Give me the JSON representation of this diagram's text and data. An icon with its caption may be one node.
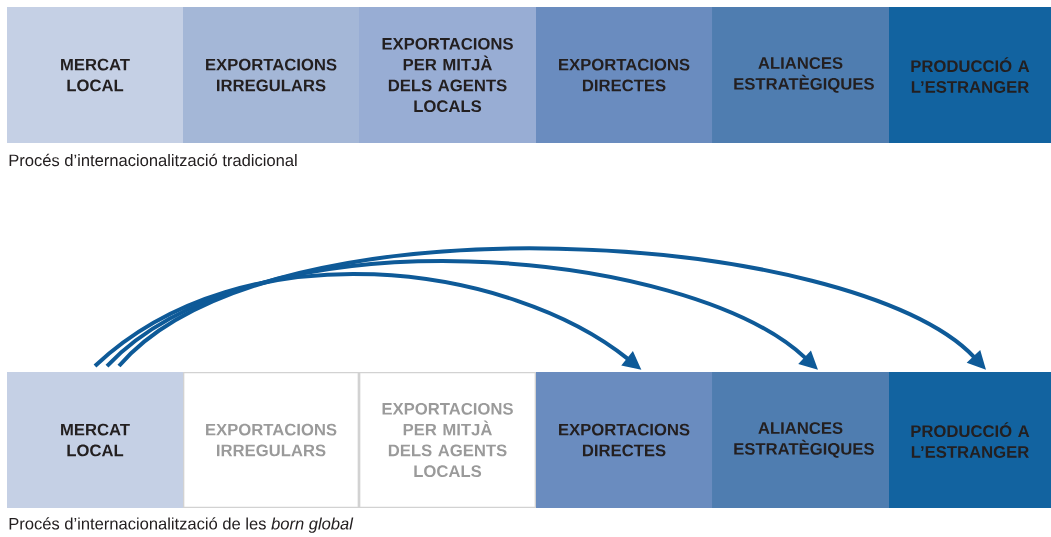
{
  "diagram": {
    "nodes": [
      {
        "text": [
          "MERCAT LOCAL"
        ]
      },
      {
        "text": [
          "EXPORTACIONS IRREGULARS"
        ]
      },
      {
        "text": [
          "EXPORTACIONS PER MITJÀ DELS AGENTS LOCALS"
        ]
      },
      {
        "text": [
          "EXPORTACIONS DIRECTES"
        ]
      },
      {
        "text": [
          "ALIANCES ESTRATÈGIQUES"
        ]
      },
      {
        "text": [
          "PRODUCCIÓ A L’ESTRANGER"
        ]
      },
      {
        "text": [
          "MERCAT LOCAL"
        ]
      },
      {
        "text": [
          "EXPORTACIONS IRREGULARS"
        ]
      },
      {
        "text": [
          "EXPORTACIONS PER MITJÀ DELS AGENTS LOCALS"
        ]
      },
      {
        "text": [
          "EXPORTACIONS DIRECTES"
        ]
      },
      {
        "text": [
          "ALIANCES ESTRATÈGIQUES"
        ]
      },
      {
        "text": [
          "PRODUCCIÓ A L’ESTRANGER"
        ]
      }
    ],
    "edges": [
      {
        "from": 6,
        "to": 9,
        "arrow": "to"
      },
      {
        "from": 6,
        "to": 10,
        "arrow": "to"
      },
      {
        "from": 6,
        "to": 11,
        "arrow": "to"
      }
    ],
    "labels": [
      "Procés d’internacionalització tradicional",
      "Procés d’internacionalització de les *born global*"
    ]
  }
}
